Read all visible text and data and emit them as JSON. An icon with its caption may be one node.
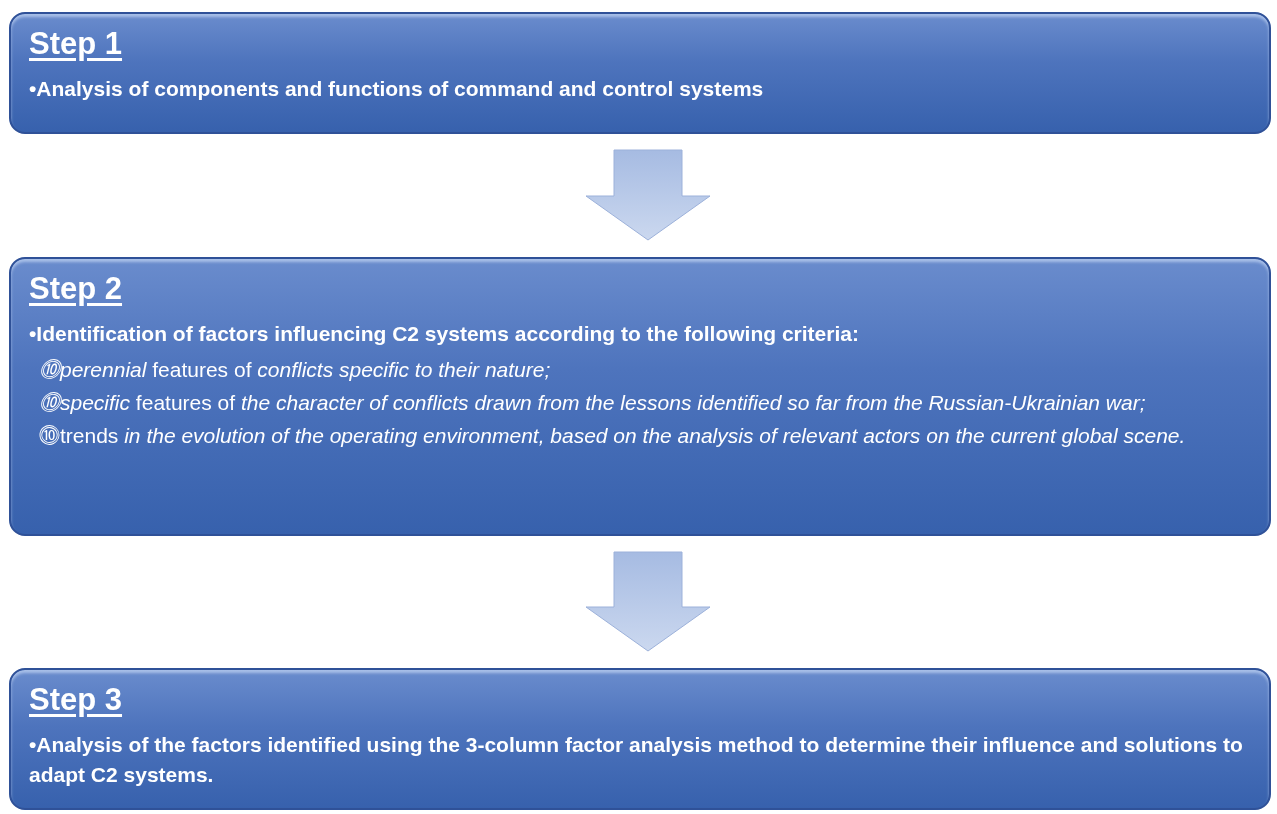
{
  "diagram": {
    "nodes": [
      {
        "text": [
          "Step 1",
          "•Analysis of components and functions of command and control systems"
        ]
      },
      {
        "text": [
          "Step 2",
          "•Identification of factors influencing C2 systems according to the following criteria:",
          "*⓾perennial* features of *conflicts specific to their nature;*",
          "*⓾specific* features of *the character of conflicts drawn from the lessons identified so far from the Russian-Ukrainian war;*",
          "⓾trends *in the evolution of the operating environment, based on the analysis of relevant actors on the current global scene.*"
        ]
      },
      {
        "text": [
          "Step 3",
          "•Analysis of the factors identified using the 3-column factor analysis method to determine their influence and solutions to adapt C2 systems."
        ]
      }
    ],
    "edges": [
      {
        "from": 0,
        "to": 1,
        "arrow": "to"
      },
      {
        "from": 1,
        "to": 2,
        "arrow": "to"
      }
    ]
  }
}
